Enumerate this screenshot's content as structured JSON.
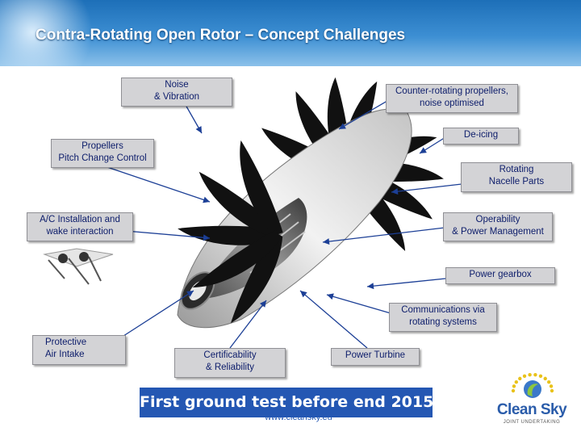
{
  "slide": {
    "title": "Contra-Rotating Open Rotor – Concept Challenges"
  },
  "labels": {
    "noise": [
      "Noise",
      "& Vibration"
    ],
    "counter_rotating": [
      "Counter-rotating propellers,",
      "noise optimised"
    ],
    "deicing": [
      "De-icing"
    ],
    "pitch": [
      "Propellers",
      "Pitch Change Control"
    ],
    "nacelle": [
      "Rotating",
      "Nacelle Parts"
    ],
    "installation": [
      "A/C Installation and",
      "wake interaction"
    ],
    "operability": [
      "Operability",
      "& Power Management"
    ],
    "gearbox": [
      "Power gearbox"
    ],
    "communications": [
      "Communications via",
      "rotating systems"
    ],
    "intake": [
      "Protective",
      "Air Intake"
    ],
    "certifiability": [
      "Certificability",
      "& Reliability"
    ],
    "turbine": [
      "Power Turbine"
    ]
  },
  "banner": "First ground test before end 2015",
  "url": "www.cleansky.eu",
  "logo": {
    "text": "Clean Sky",
    "subtitle": "JOINT UNDERTAKING"
  },
  "colors": {
    "header": "#2b7cc4",
    "label_bg": "#d3d3d6",
    "label_text": "#0d1d6b",
    "arrow": "#1c3f96",
    "banner": "#2457b3",
    "blade": "#111111"
  }
}
